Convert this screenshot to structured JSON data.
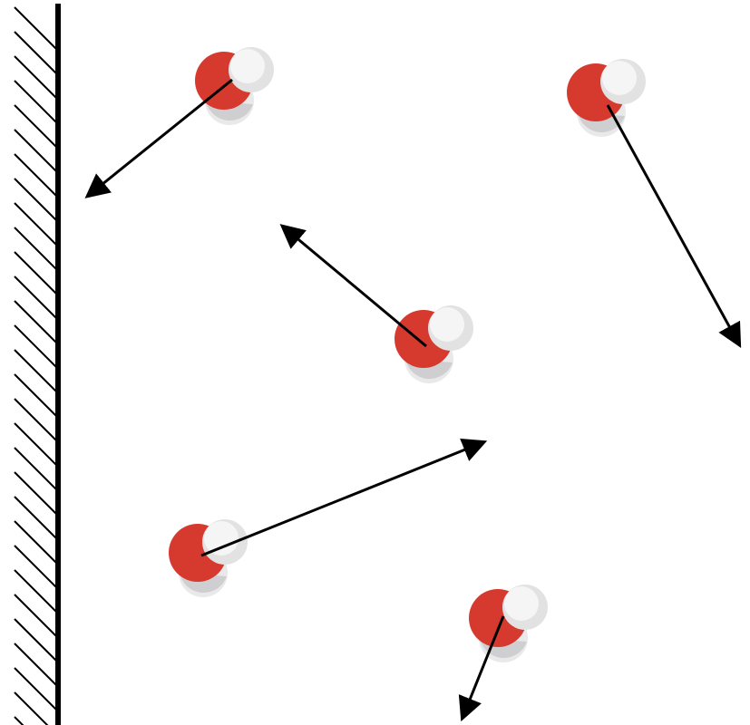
{
  "scene": {
    "wall": {
      "label": "",
      "hatched": true
    },
    "molecules": [
      {
        "id": "molecule-1",
        "type": "water",
        "orientation": "up-right"
      },
      {
        "id": "molecule-2",
        "type": "water",
        "orientation": "up-right"
      },
      {
        "id": "molecule-3",
        "type": "water",
        "orientation": "up-right"
      },
      {
        "id": "molecule-4",
        "type": "water",
        "orientation": "up-right"
      },
      {
        "id": "molecule-5",
        "type": "water",
        "orientation": "up-right"
      }
    ],
    "velocity_arrows": 5
  },
  "colors": {
    "oxygen": "#d63a2f",
    "oxygen_shade": "#a92a22",
    "hydrogen": "#e9e9ea",
    "hydrogen_shade": "#c9c9cb",
    "hydrogen_highlight": "#f7f7f7",
    "wall": "#000000",
    "arrow": "#000000",
    "background": "#ffffff"
  }
}
